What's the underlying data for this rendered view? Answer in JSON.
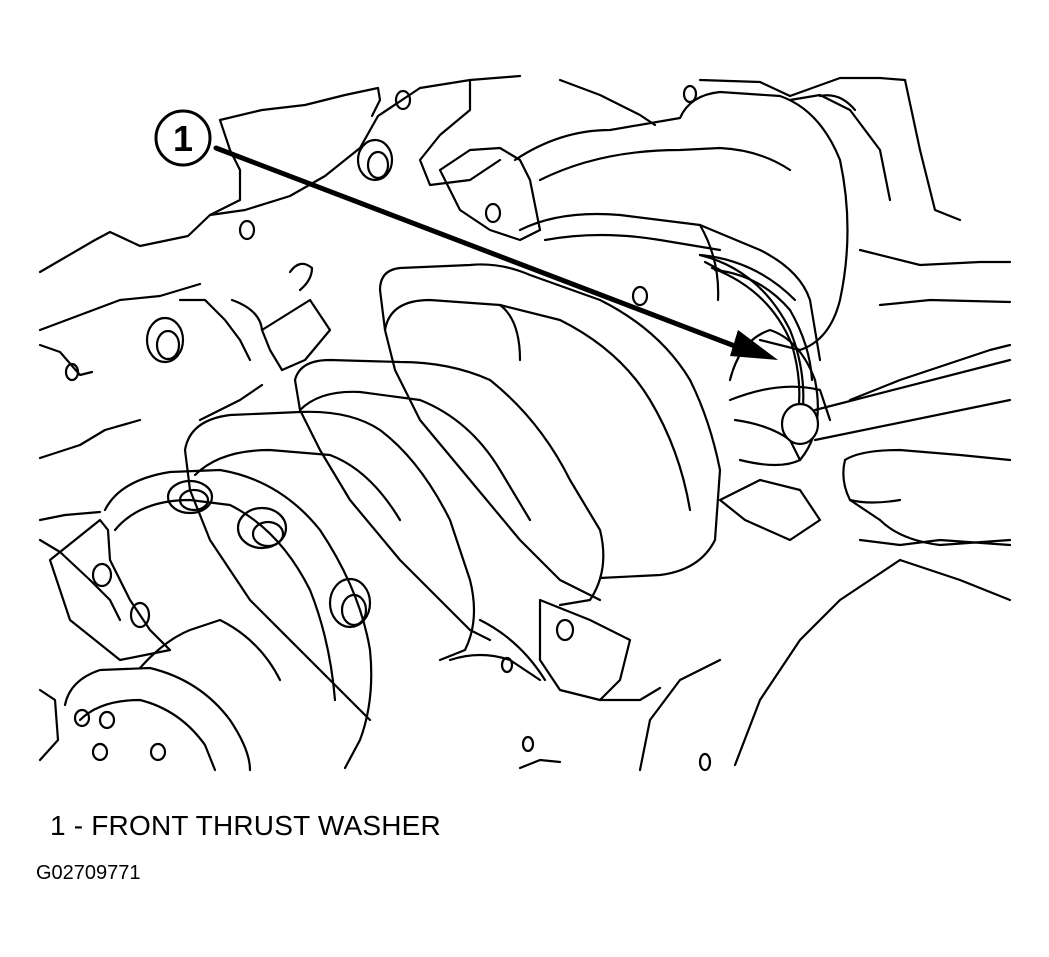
{
  "diagram": {
    "callouts": [
      {
        "number": "1"
      }
    ]
  },
  "legend": {
    "items": [
      {
        "number": "1",
        "separator": " - ",
        "label": "FRONT THRUST WASHER"
      }
    ],
    "text": "1 - FRONT THRUST WASHER"
  },
  "figure_id": "G02709771"
}
